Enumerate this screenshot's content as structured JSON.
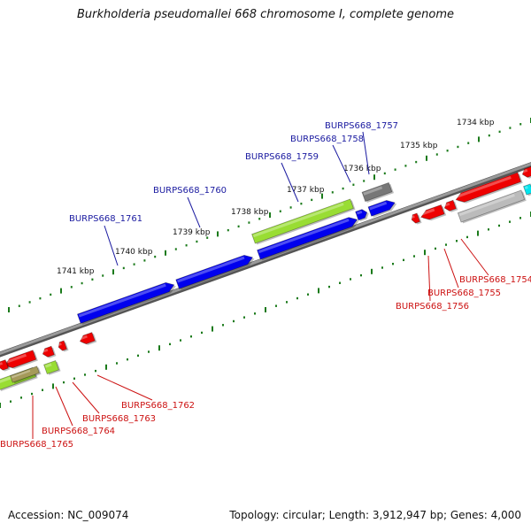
{
  "title": "Burkholderia pseudomallei 668 chromosome I, complete genome",
  "footer": {
    "accession_prefix": "Accession:",
    "accession": "NC_009074",
    "topology_text": "Topology: circular; Length: 3,912,947 bp; Genes: 4,000"
  },
  "colors": {
    "forward_gene": "#0000ee",
    "reverse_gene": "#ee0000",
    "rna_gene": "#99dd33",
    "pseudo_gene": "#777777",
    "light_gene": "#bbbbbb",
    "cyan_gene": "#00e5ee",
    "backbone": "#888888",
    "tick": "#1a7a1a",
    "forward_label": "#1a1aa0",
    "reverse_label": "#cc1111"
  },
  "scale_ticks": [
    {
      "label": "1741 kbp",
      "kbp": 1741
    },
    {
      "label": "1740 kbp",
      "kbp": 1740
    },
    {
      "label": "1739 kbp",
      "kbp": 1739
    },
    {
      "label": "1738 kbp",
      "kbp": 1738
    },
    {
      "label": "1737 kbp",
      "kbp": 1737
    },
    {
      "label": "1736 kbp",
      "kbp": 1736
    },
    {
      "label": "1735 kbp",
      "kbp": 1735
    },
    {
      "label": "1734 kbp",
      "kbp": 1734
    }
  ],
  "forward_labels": [
    {
      "id": "BURPS668_1761"
    },
    {
      "id": "BURPS668_1760"
    },
    {
      "id": "BURPS668_1759"
    },
    {
      "id": "BURPS668_1758"
    },
    {
      "id": "BURPS668_1757"
    }
  ],
  "reverse_labels": [
    {
      "id": "BURPS668_1754"
    },
    {
      "id": "BURPS668_1755"
    },
    {
      "id": "BURPS668_1756"
    },
    {
      "id": "BURPS668_1762"
    },
    {
      "id": "BURPS668_1763"
    },
    {
      "id": "BURPS668_1764"
    },
    {
      "id": "BURPS668_1765"
    }
  ]
}
